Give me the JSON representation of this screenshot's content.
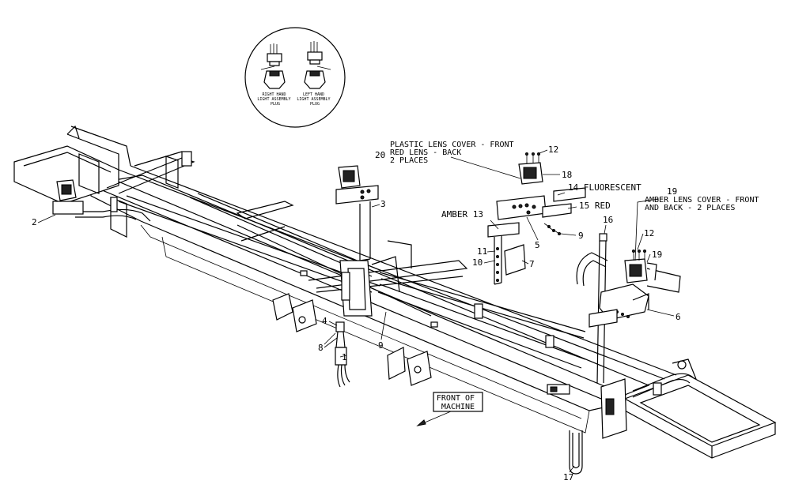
{
  "inset": {
    "right_plug_label": [
      "RIGHT HAND",
      "LIGHT ASSEMBLY",
      "PLUG"
    ],
    "left_plug_label": [
      "LEFT HAND",
      "LIGHT ASSEMBLY",
      "PLUG"
    ]
  },
  "notes": {
    "plastic_lens_line1": "PLASTIC LENS COVER - FRONT",
    "plastic_lens_line2": "RED LENS - BACK",
    "plastic_lens_line3": "2 PLACES",
    "amber_lens_line1": "AMBER LENS COVER - FRONT",
    "amber_lens_line2": "AND BACK - 2 PLACES",
    "fluorescent": "14 FLUORESCENT",
    "red": "15 RED",
    "amber": "AMBER 13"
  },
  "front_of_machine": [
    "FRONT OF",
    "MACHINE"
  ],
  "callouts": {
    "c1": "1",
    "c2": "2",
    "c3": "3",
    "c4": "4",
    "c5": "5",
    "c6": "6",
    "c7": "7",
    "c8": "8",
    "c9a": "9",
    "c9b": "9",
    "c10": "10",
    "c11": "11",
    "c12a": "12",
    "c12b": "12",
    "c16": "16",
    "c17": "17",
    "c18": "18",
    "c19a": "19",
    "c19b": "19",
    "c20": "20"
  }
}
